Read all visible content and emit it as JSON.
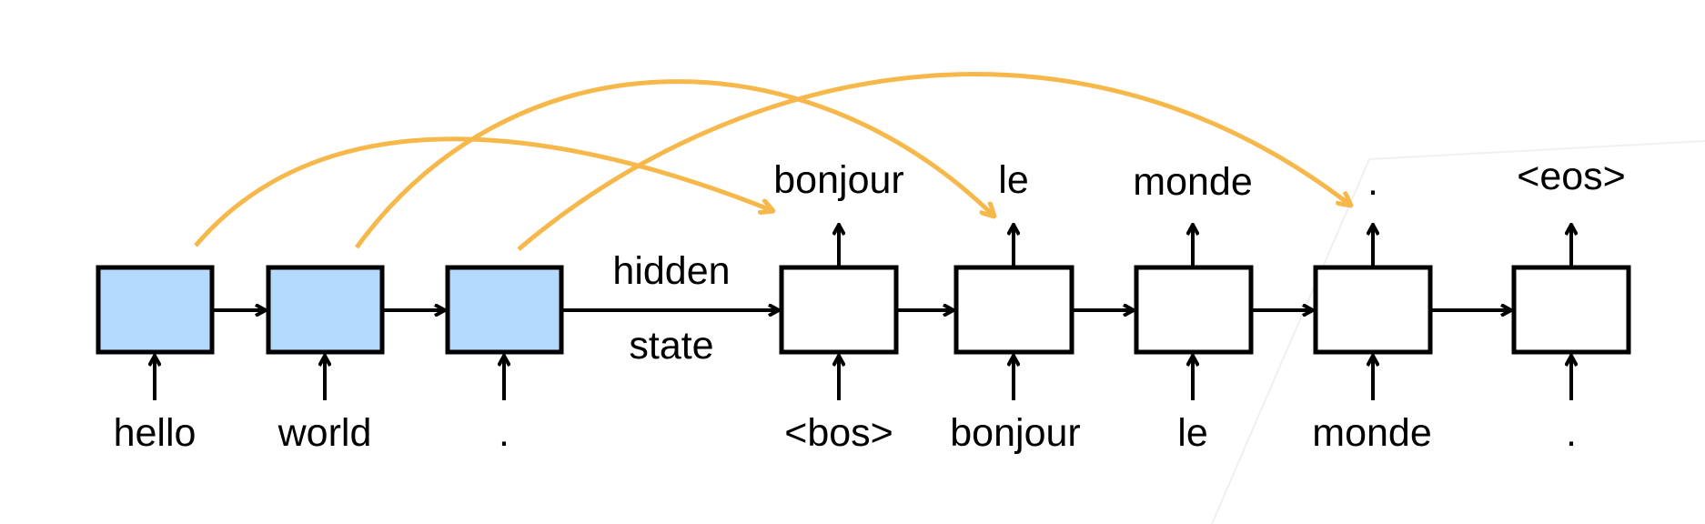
{
  "colors": {
    "encoder_fill": "#b3d9fc",
    "decoder_fill": "#ffffff",
    "stroke": "#000000",
    "attention_arc": "#f7b84b"
  },
  "encoder": {
    "inputs": [
      "hello",
      "world",
      "."
    ]
  },
  "hidden_state": {
    "line1": "hidden",
    "line2": "state"
  },
  "decoder": {
    "inputs": [
      "<bos>",
      "bonjour",
      "le",
      "monde",
      "."
    ],
    "outputs": [
      "bonjour",
      "le",
      "monde",
      ".",
      "<eos>"
    ]
  }
}
